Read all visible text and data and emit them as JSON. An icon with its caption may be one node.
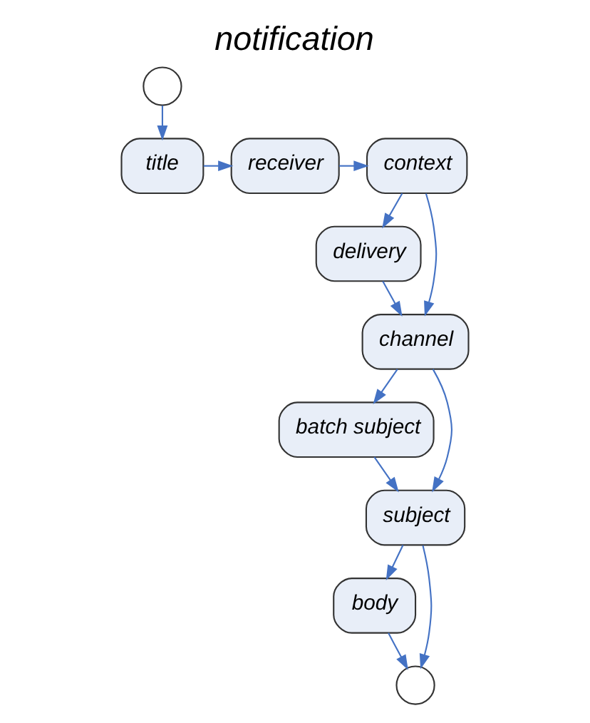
{
  "diagram": {
    "title": "notification",
    "nodes": [
      {
        "text": [],
        "shape": "circle"
      },
      {
        "text": [
          "title"
        ]
      },
      {
        "text": [
          "receiver"
        ]
      },
      {
        "text": [
          "context"
        ]
      },
      {
        "text": [
          "delivery"
        ]
      },
      {
        "text": [
          "channel"
        ]
      },
      {
        "text": [
          "batch subject"
        ]
      },
      {
        "text": [
          "subject"
        ]
      },
      {
        "text": [
          "body"
        ]
      },
      {
        "text": [],
        "shape": "circle"
      }
    ],
    "edges": [
      {
        "from": 0,
        "to": 1,
        "arrow": "to"
      },
      {
        "from": 1,
        "to": 2,
        "arrow": "to"
      },
      {
        "from": 2,
        "to": 3,
        "arrow": "to"
      },
      {
        "from": 3,
        "to": 4,
        "arrow": "to"
      },
      {
        "from": 3,
        "to": 5,
        "arrow": "to"
      },
      {
        "from": 4,
        "to": 5,
        "arrow": "to"
      },
      {
        "from": 5,
        "to": 6,
        "arrow": "to"
      },
      {
        "from": 5,
        "to": 7,
        "arrow": "to"
      },
      {
        "from": 6,
        "to": 7,
        "arrow": "to"
      },
      {
        "from": 7,
        "to": 8,
        "arrow": "to"
      },
      {
        "from": 7,
        "to": 9,
        "arrow": "to"
      },
      {
        "from": 8,
        "to": 9,
        "arrow": "to"
      }
    ]
  }
}
